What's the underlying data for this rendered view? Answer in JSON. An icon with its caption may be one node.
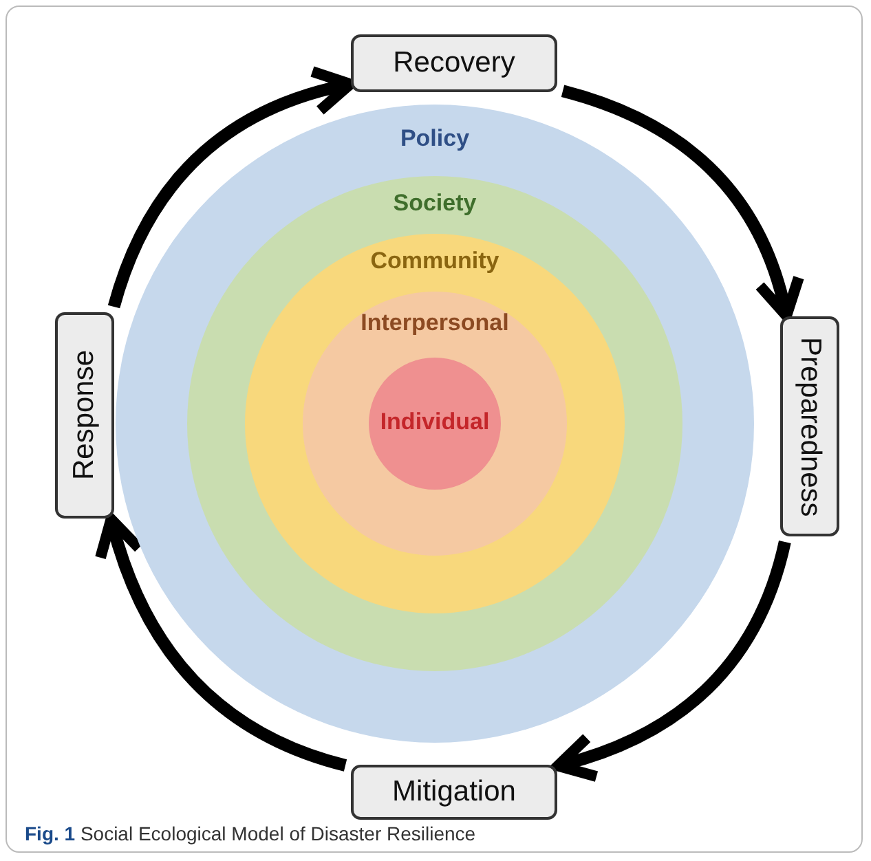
{
  "diagram": {
    "caption": "**Fig. 1** Social Ecological Model of Disaster Resilience",
    "nodes": [
      {
        "text": [
          "Recovery"
        ]
      },
      {
        "text": [
          "Preparedness"
        ]
      },
      {
        "text": [
          "Mitigation"
        ]
      },
      {
        "text": [
          "Response"
        ]
      },
      {
        "text": [
          "Policy"
        ]
      },
      {
        "text": [
          "Society"
        ],
        "in": 4
      },
      {
        "text": [
          "Community"
        ],
        "in": 5
      },
      {
        "text": [
          "Interpersonal"
        ],
        "in": 6
      },
      {
        "text": [
          "Individual"
        ],
        "in": 7
      }
    ],
    "edges": [
      {
        "from": 0,
        "to": 1,
        "arrow": "to"
      },
      {
        "from": 1,
        "to": 2,
        "arrow": "to"
      },
      {
        "from": 2,
        "to": 3,
        "arrow": "to"
      },
      {
        "from": 3,
        "to": 0,
        "arrow": "to"
      }
    ]
  }
}
